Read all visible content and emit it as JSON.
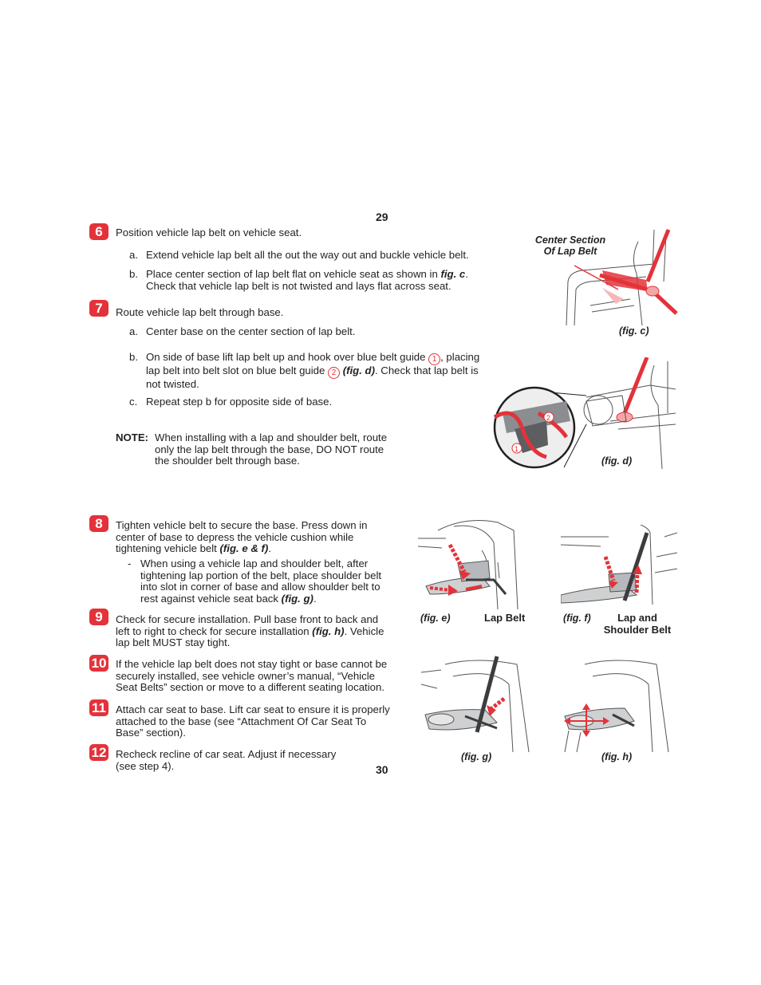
{
  "page_top": "29",
  "page_bottom": "30",
  "steps": [
    {
      "num": "6",
      "text": "Position vehicle lap belt on vehicle seat.",
      "subs": [
        {
          "letter": "a.",
          "text": "Extend vehicle lap belt all the out the way out and buckle vehicle belt."
        },
        {
          "letter": "b.",
          "pre": "Place center section of lap belt flat on vehicle seat as shown in ",
          "bold": "fig. c",
          "post": ".",
          "line2": "Check that vehicle lap belt is not twisted and lays flat across seat."
        }
      ]
    },
    {
      "num": "7",
      "text": "Route vehicle lap belt through base.",
      "subs": [
        {
          "letter": "a.",
          "text": "Center base on the center section of lap belt."
        },
        {
          "letter": "b.",
          "t1": "On side of base lift lap belt up and hook over blue belt guide ",
          "c1": "1",
          "t2": ", placing",
          "t3": "lap belt into belt slot on blue belt guide ",
          "c2": "2",
          "bold": "(fig. d)",
          "t4": ". Check that lap belt is",
          "t5": "not twisted."
        },
        {
          "letter": "c.",
          "text": "Repeat step b for opposite side of base."
        }
      ]
    },
    {
      "num": "8",
      "l1": "Tighten vehicle belt to secure the base. Press down in",
      "l2": "center of base to depress the vehicle cushion while",
      "l3": "tightening vehicle belt ",
      "bold": "(fig. e & f)",
      "post": ".",
      "bullet": {
        "dash": "-",
        "l1": "When using a vehicle lap and shoulder belt, after",
        "l2": "tightening lap portion of the belt, place shoulder belt",
        "l3": "into slot in corner of base and allow shoulder belt to",
        "l4": "rest against vehicle seat back ",
        "bold": "(fig. g)",
        "post": "."
      }
    },
    {
      "num": "9",
      "l1": "Check for secure installation. Pull base front to back and",
      "l2": "left to right to check for secure installation ",
      "bold": "(fig. h)",
      "post": ". Vehicle",
      "l3": "lap belt MUST stay tight."
    },
    {
      "num": "10",
      "l1": "If the vehicle lap belt does not stay tight or base cannot be",
      "l2": "securely installed, see vehicle owner’s manual, “Vehicle",
      "l3": "Seat Belts” section or move to a different seating location."
    },
    {
      "num": "11",
      "l1": "Attach car seat to base. Lift car seat to ensure it is properly",
      "l2": "attached to the base (see “Attachment Of Car Seat To",
      "l3": "Base” section)."
    },
    {
      "num": "12",
      "l1": "Recheck recline of car seat. Adjust if necessary",
      "l2": "(see step 4)."
    }
  ],
  "note": {
    "label": "NOTE:",
    "l1": "When installing with a lap and shoulder belt, route",
    "l2": "only the lap belt through the base, DO NOT route",
    "l3": "the shoulder belt through base."
  },
  "figures": {
    "c": {
      "caption": "(fig. c)",
      "label1": "Center Section",
      "label2": "Of Lap Belt"
    },
    "d": {
      "caption": "(fig. d)",
      "m1": "1",
      "m2": "2"
    },
    "e": {
      "caption": "(fig. e)",
      "label": "Lap Belt"
    },
    "f": {
      "caption": "(fig. f)",
      "label1": "Lap and",
      "label2": "Shoulder Belt"
    },
    "g": {
      "caption": "(fig. g)"
    },
    "h": {
      "caption": "(fig. h)"
    }
  },
  "colors": {
    "accent": "#e4323a",
    "text": "#231f20"
  }
}
